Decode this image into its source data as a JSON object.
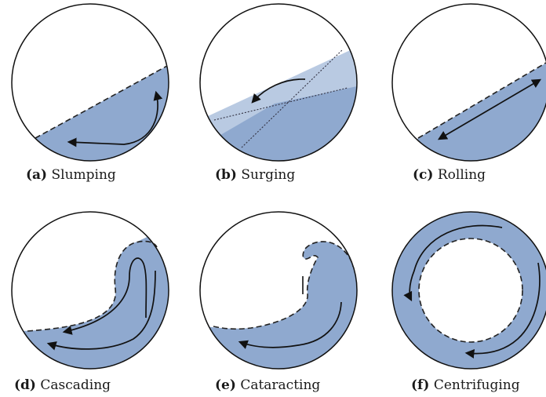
{
  "panels": [
    {
      "letter": "(a)",
      "label": "Slumping"
    },
    {
      "letter": "(b)",
      "label": "Surging"
    },
    {
      "letter": "(c)",
      "label": "Rolling"
    },
    {
      "letter": "(d)",
      "label": "Cascading"
    },
    {
      "letter": "(e)",
      "label": "Cataracting"
    },
    {
      "letter": "(f)",
      "label": "Centrifuging"
    }
  ],
  "colors": {
    "bed": "#8fa9cf",
    "bed_light": "#b9cae2",
    "outline": "#111111"
  }
}
